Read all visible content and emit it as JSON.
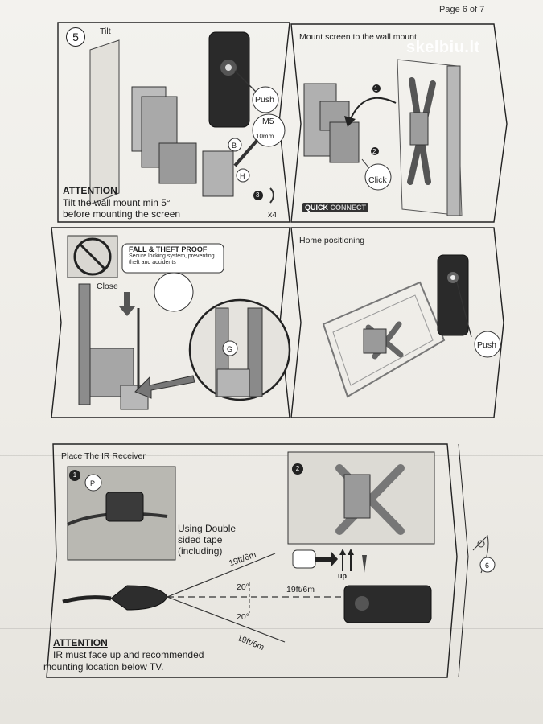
{
  "page": {
    "number": "Page 6 of 7"
  },
  "watermark": "skelbiu.lt",
  "panels": {
    "tilt": {
      "step": "5",
      "title": "Tilt",
      "push_label": "Push",
      "bolt_spec": "M5",
      "bolt_length": "10mm",
      "part_b": "B",
      "part_h": "H",
      "sub_step": "3",
      "quantity": "x4",
      "attention_heading": "ATTENTION",
      "attention_text_1": "Tilt the wall mount min 5°",
      "attention_text_2": "before mounting the screen"
    },
    "mount": {
      "title": "Mount screen to the wall mount",
      "step1": "1",
      "step2": "2",
      "click_label": "Click",
      "quick_label": "QUICK",
      "connect_label": "CONNECT"
    },
    "fall": {
      "heading": "FALL & THEFT PROOF",
      "desc": "Secure locking system, preventing theft and accidents",
      "close_label": "Close",
      "part_g": "G"
    },
    "home": {
      "title": "Home positioning",
      "push_label": "Push"
    },
    "ir": {
      "title": "Place The IR Receiver",
      "step1": "1",
      "step2": "2",
      "part_p": "P",
      "tape_line1": "Using Double",
      "tape_line2": "sided tape",
      "tape_line3": "(including)",
      "dist_top": "19ft/6m",
      "dist_mid": "19ft/6m",
      "dist_bottom": "19ft/6m",
      "angle_top": "20°",
      "angle_bottom": "20°",
      "up_label": "up",
      "next_step": "6",
      "attention_heading": "ATTENTION",
      "attention_text_1": "IR must face up and recommended",
      "attention_text_2": "mounting location below TV."
    }
  }
}
